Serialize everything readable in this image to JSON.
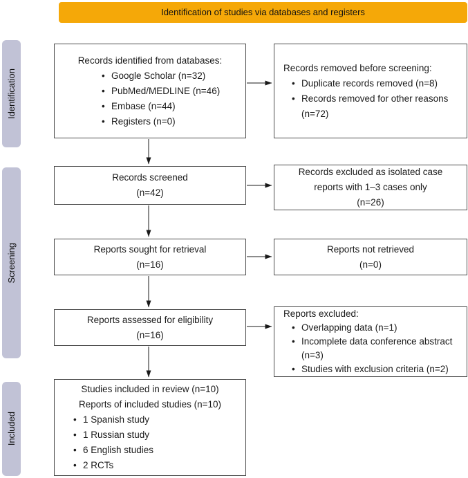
{
  "banner": {
    "label": "Identification of studies via databases and registers"
  },
  "colors": {
    "banner_bg": "#F5A808",
    "stage_bg": "#C1C2D6",
    "box_border": "#4A4A4A",
    "arrow": "#1A1A1A",
    "text": "#1A1A1A"
  },
  "sidebar": {
    "identification": "Identification",
    "screening": "Screening",
    "included": "Included"
  },
  "boxes": {
    "identified": {
      "title": "Records identified from databases:",
      "bullets": [
        "Google Scholar (n=32)",
        "PubMed/MEDLINE (n=46)",
        "Embase (n=44)",
        "Registers (n=0)"
      ]
    },
    "removed": {
      "title": "Records removed before screening:",
      "bullets": [
        "Duplicate records removed (n=8)",
        "Records removed for other reasons (n=72)"
      ]
    },
    "screened": {
      "label": "Records screened",
      "count": "(n=42)"
    },
    "excluded_isolated": {
      "label": "Records excluded as isolated case reports with 1–3 cases only",
      "count": "(n=26)"
    },
    "sought": {
      "label": "Reports sought for retrieval",
      "count": "(n=16)"
    },
    "not_retrieved": {
      "label": "Reports not retrieved",
      "count": "(n=0)"
    },
    "assessed": {
      "label": "Reports assessed for eligibility",
      "count": "(n=16)"
    },
    "reports_excluded": {
      "title": "Reports excluded:",
      "bullets": [
        "Overlapping data (n=1)",
        "Incomplete data conference abstract (n=3)",
        "Studies with exclusion criteria (n=2)"
      ]
    },
    "included_studies": {
      "title_line1": "Studies included in review (n=10)",
      "title_line2": "Reports of included studies (n=10)",
      "bullets": [
        "1 Spanish study",
        "1 Russian study",
        "6 English studies",
        "2 RCTs"
      ]
    }
  }
}
